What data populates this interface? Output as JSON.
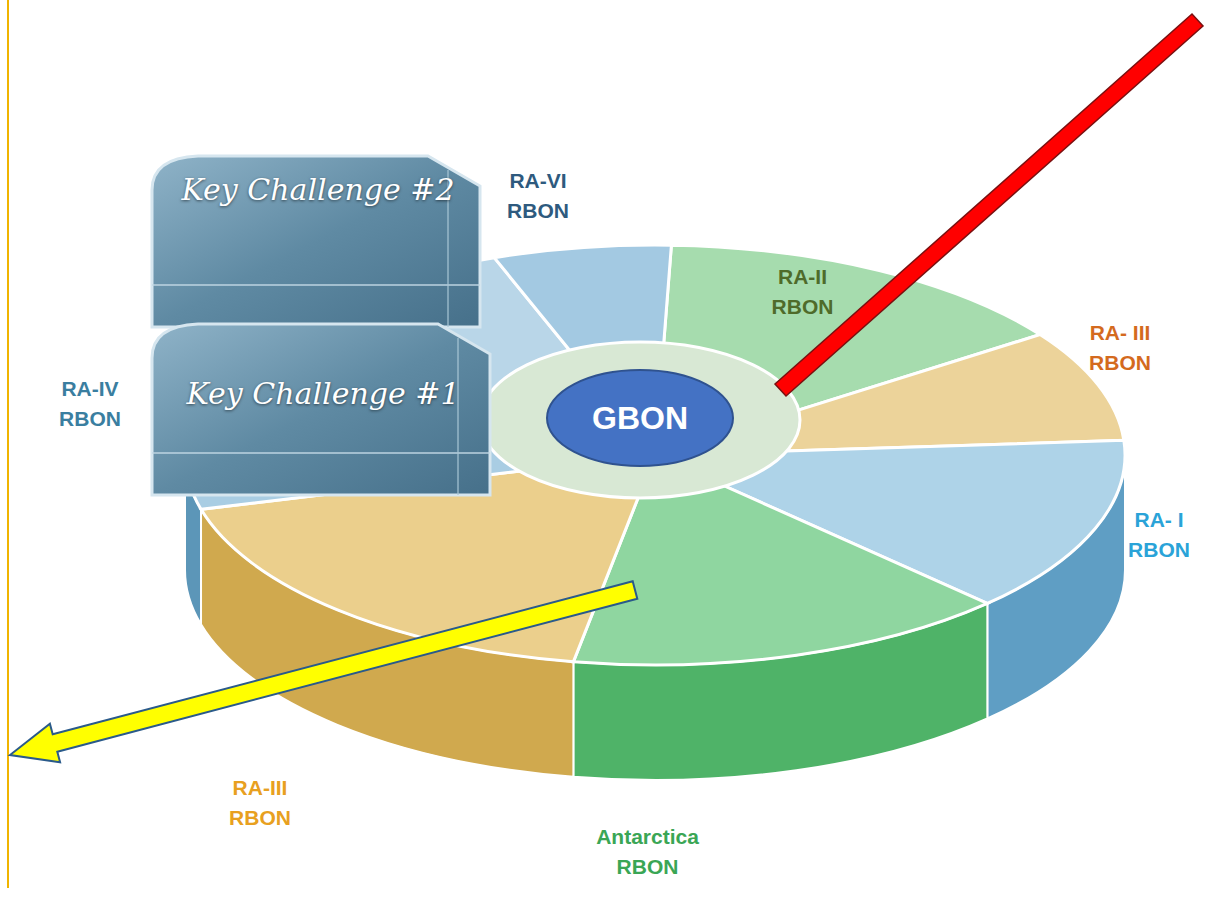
{
  "diagram": {
    "nodes": [
      {
        "text": [
          "Key Challenge #2"
        ]
      },
      {
        "text": [
          "Key Challenge #1"
        ]
      },
      {
        "text": [
          "GBON"
        ]
      }
    ],
    "labels": [
      "RA-VI RBON",
      "RA-II RBON",
      "RA- III RBON",
      "RA-IV RBON",
      "RA- I RBON",
      "RA-III RBON",
      "Antarctica RBON"
    ]
  }
}
